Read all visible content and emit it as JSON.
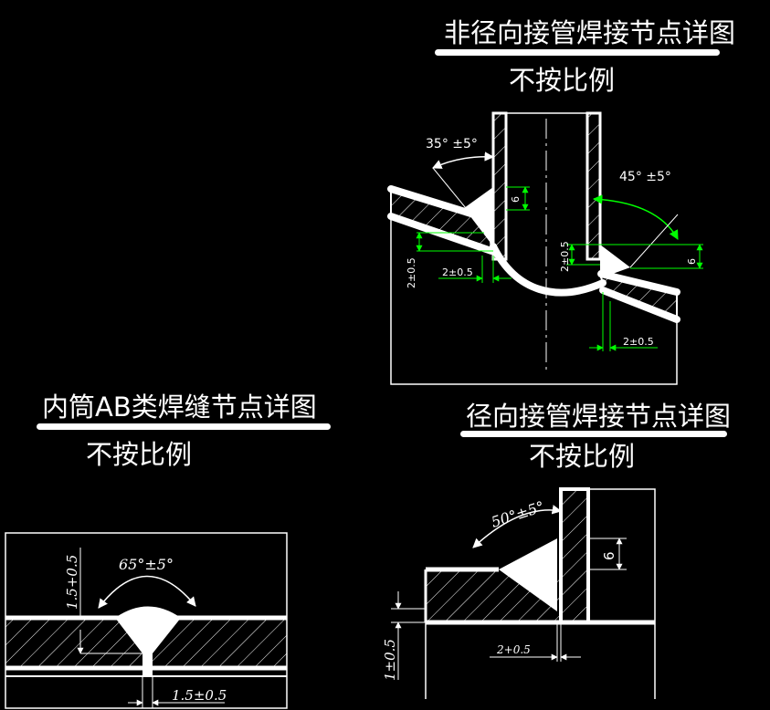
{
  "details": {
    "nonradial": {
      "title": "非径向接管焊接节点详图",
      "scale_note": "不按比例",
      "angle_left": "35°  ±5°",
      "angle_right": "45°  ±5°",
      "dim_weld_left": "6",
      "dim_weld_right": "6",
      "dim_gap_h": "2±0.5",
      "dim_gap_v_left": "2±0.5",
      "dim_gap_v_center": "2±0.5",
      "dim_gap_bottom": "2±0.5"
    },
    "shell_ab": {
      "title": "内筒AB类焊缝节点详图",
      "scale_note": "不按比例",
      "angle": "65°±5°",
      "dim_vertical": "1.5+0.5",
      "dim_bottom": "1.5±0.5"
    },
    "radial": {
      "title": "径向接管焊接节点详图",
      "scale_note": "不按比例",
      "angle": "50°±5°",
      "dim_weld": "6",
      "dim_gap": "2+0.5",
      "dim_vertical": "1±0.5"
    }
  },
  "colors": {
    "background": "#000000",
    "outline": "#ffffff",
    "dimension": "#00ff00",
    "hatch": "#ffffff",
    "centerline": "#ffffff"
  }
}
